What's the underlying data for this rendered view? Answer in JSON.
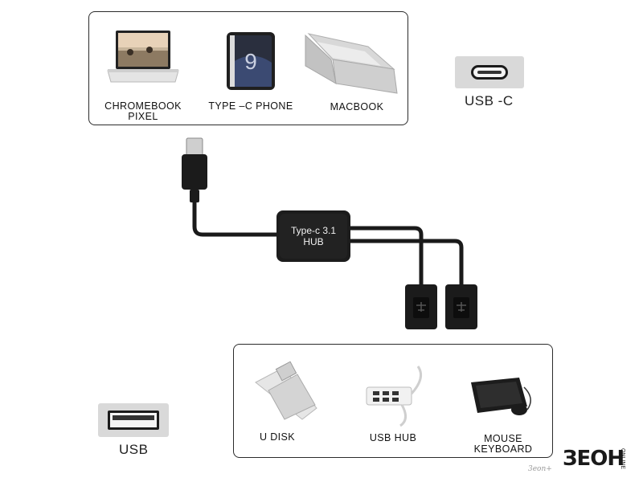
{
  "top_panel": {
    "devices": [
      {
        "label_line1": "CHROMEBOOK",
        "label_line2": "PIXEL",
        "icon": "laptop-icon"
      },
      {
        "label_line1": "TYPE –C PHONE",
        "label_line2": "",
        "icon": "phone-icon"
      },
      {
        "label_line1": "MACBOOK",
        "label_line2": "",
        "icon": "macbook-icon"
      }
    ]
  },
  "usb_c_port": {
    "label": "USB -C",
    "icon": "usb-c-port-icon"
  },
  "hub": {
    "line1": "Type-c 3.1",
    "line2": "HUB"
  },
  "bottom_panel": {
    "devices": [
      {
        "label_line1": "U DISK",
        "label_line2": "",
        "icon": "usb-flash-drive-icon"
      },
      {
        "label_line1": "USB HUB",
        "label_line2": "",
        "icon": "usb-hub-icon"
      },
      {
        "label_line1": "MOUSE",
        "label_line2": "KEYBOARD",
        "icon": "keyboard-mouse-icon"
      }
    ]
  },
  "usb_port": {
    "label": "USB",
    "icon": "usb-a-port-icon"
  },
  "brand": {
    "name": "ЗЕОH",
    "suffix": "ONLINE",
    "watermark": "3eon+"
  },
  "colors": {
    "cable": "#1a1a1a",
    "panel_border": "#2b2b2b",
    "port_gray": "#d9d9d9"
  }
}
